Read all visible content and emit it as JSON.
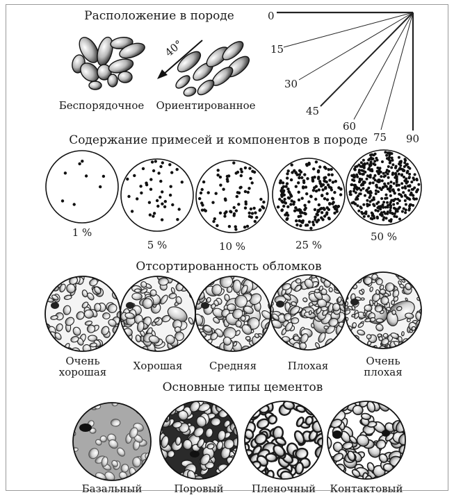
{
  "arrangement": {
    "title": "Расположение в породе",
    "random_label": "Беспорядочное",
    "oriented_label": "Ориентированное",
    "angle_label": "40°",
    "angles": [
      "0",
      "15",
      "30",
      "45",
      "60",
      "75",
      "90"
    ]
  },
  "content": {
    "title": "Содержание примесей и компонентов в породе",
    "items": [
      {
        "label": "1 %",
        "percent": 1
      },
      {
        "label": "5 %",
        "percent": 5
      },
      {
        "label": "10 %",
        "percent": 10
      },
      {
        "label": "25 %",
        "percent": 25
      },
      {
        "label": "50 %",
        "percent": 50
      }
    ]
  },
  "sorting": {
    "title": "Отсортированность обломков",
    "items": [
      {
        "line1": "Очень",
        "line2": "хорошая"
      },
      {
        "line1": "Хорошая",
        "line2": ""
      },
      {
        "line1": "Средняя",
        "line2": ""
      },
      {
        "line1": "Плохая",
        "line2": ""
      },
      {
        "line1": "Очень",
        "line2": "плохая"
      }
    ]
  },
  "cement": {
    "title": "Основные типы цементов",
    "items": [
      "Базальный",
      "Поровый",
      "Пленочный",
      "Контактовый"
    ]
  }
}
